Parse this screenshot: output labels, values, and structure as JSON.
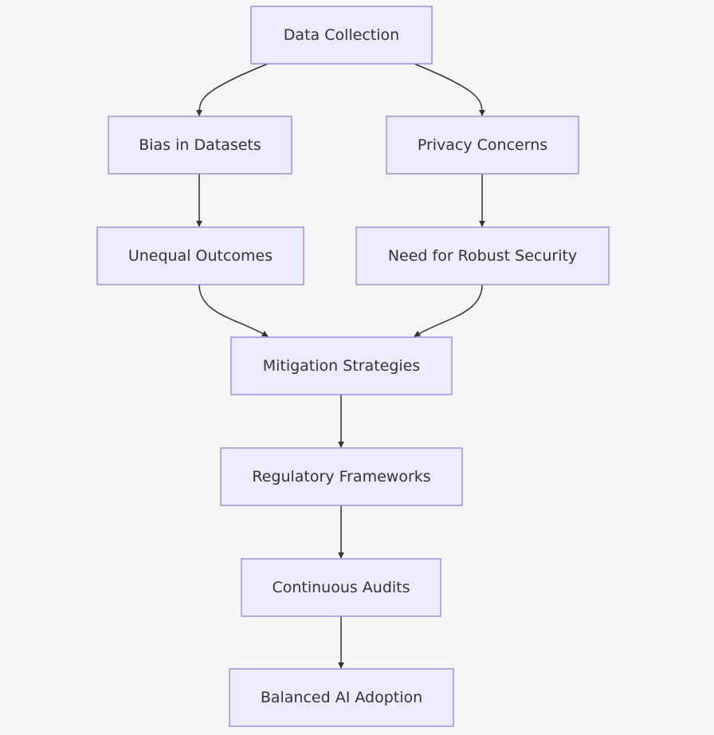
{
  "diagram": {
    "type": "flowchart",
    "direction": "top-down",
    "colors": {
      "background": "#f6f6f9",
      "node_fill": "#ececfe",
      "node_stroke": "#9a7fd6",
      "text": "#333333",
      "edge": "#333333"
    },
    "nodes": [
      {
        "id": "data_collection",
        "label": "Data Collection"
      },
      {
        "id": "bias_datasets",
        "label": "Bias in Datasets"
      },
      {
        "id": "privacy_concerns",
        "label": "Privacy Concerns"
      },
      {
        "id": "unequal_outcomes",
        "label": "Unequal Outcomes"
      },
      {
        "id": "robust_security",
        "label": "Need for Robust Security"
      },
      {
        "id": "mitigation",
        "label": "Mitigation Strategies"
      },
      {
        "id": "regulatory",
        "label": "Regulatory Frameworks"
      },
      {
        "id": "audits",
        "label": "Continuous Audits"
      },
      {
        "id": "balanced_adoption",
        "label": "Balanced AI Adoption"
      }
    ],
    "edges": [
      {
        "from": "data_collection",
        "to": "bias_datasets"
      },
      {
        "from": "data_collection",
        "to": "privacy_concerns"
      },
      {
        "from": "bias_datasets",
        "to": "unequal_outcomes"
      },
      {
        "from": "privacy_concerns",
        "to": "robust_security"
      },
      {
        "from": "unequal_outcomes",
        "to": "mitigation"
      },
      {
        "from": "robust_security",
        "to": "mitigation"
      },
      {
        "from": "mitigation",
        "to": "regulatory"
      },
      {
        "from": "regulatory",
        "to": "audits"
      },
      {
        "from": "audits",
        "to": "balanced_adoption"
      }
    ]
  }
}
